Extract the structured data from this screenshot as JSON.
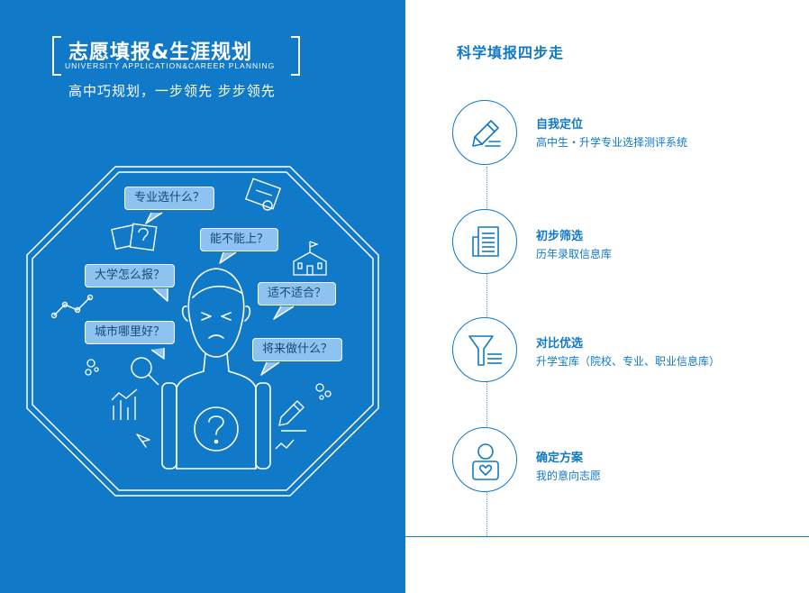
{
  "left": {
    "title": "志愿填报&生涯规划",
    "title_en": "UNIVERSITY APPLICATION&CAREER PLANNING",
    "slogan": "高中巧规划，一步领先 步步领先",
    "bubbles": [
      "专业选什么？",
      "能不能上？",
      "大学怎么报？",
      "适不适合？",
      "城市哪里好？",
      "将来做什么？"
    ]
  },
  "right": {
    "title": "科学填报四步走",
    "steps": [
      {
        "title": "自我定位",
        "desc": "高中生・升学专业选择测评系统",
        "icon": "pencil-icon"
      },
      {
        "title": "初步筛选",
        "desc": "历年录取信息库",
        "icon": "document-icon"
      },
      {
        "title": "对比优选",
        "desc": "升学宝库（院校、专业、职业信息库）",
        "icon": "funnel-icon"
      },
      {
        "title": "确定方案",
        "desc": "我的意向志愿",
        "icon": "person-heart-icon"
      }
    ]
  },
  "colors": {
    "primary": "#1079c8",
    "bubble": "#8fc3ef",
    "white": "#ffffff"
  }
}
